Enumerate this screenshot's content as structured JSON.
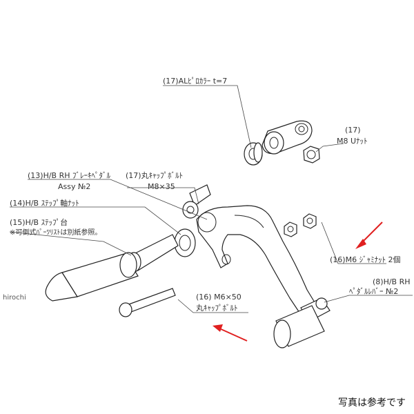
{
  "labels": {
    "alu_collar": "(17)ALﾋﾟﾛｶﾗｰ t=7",
    "u_nut_num": "(17)",
    "u_nut_name": "M8 Uﾅｯﾄ",
    "brake_pedal_l1": "(13)H/B RH ﾌﾞﾚｰｷﾍﾟﾀﾞﾙ",
    "brake_pedal_l2": "Assy №2",
    "cap_bolt17_l1": "(17)丸ｷｬｯﾌﾟﾎﾞﾙﾄ",
    "cap_bolt17_l2": "M8×35",
    "step_nut": "(14)H/B ｽﾃｯﾌﾟ軸ﾅｯﾄ",
    "step_base_l1": "(15)H/B ｽﾃｯﾌﾟ台",
    "step_base_l2": "※可倒式ﾊﾟｰﾂﾘｽﾄは別紙参照。",
    "jam_nut": "(16)M6 ｼﾞｬﾐﾅｯﾄ 2個",
    "pedal_lever_l1": "(8)H/B RH",
    "pedal_lever_l2": "ﾍﾟﾀﾞﾙﾚﾊﾞｰ №2",
    "cap_bolt16_l1": "(16)  M6×50",
    "cap_bolt16_l2": "丸ｷｬｯﾌﾟﾎﾞﾙﾄ"
  },
  "watermark": "hirochi",
  "footer_note": "写真は参考です",
  "colors": {
    "arrow": "#e02020",
    "line": "#222222"
  }
}
